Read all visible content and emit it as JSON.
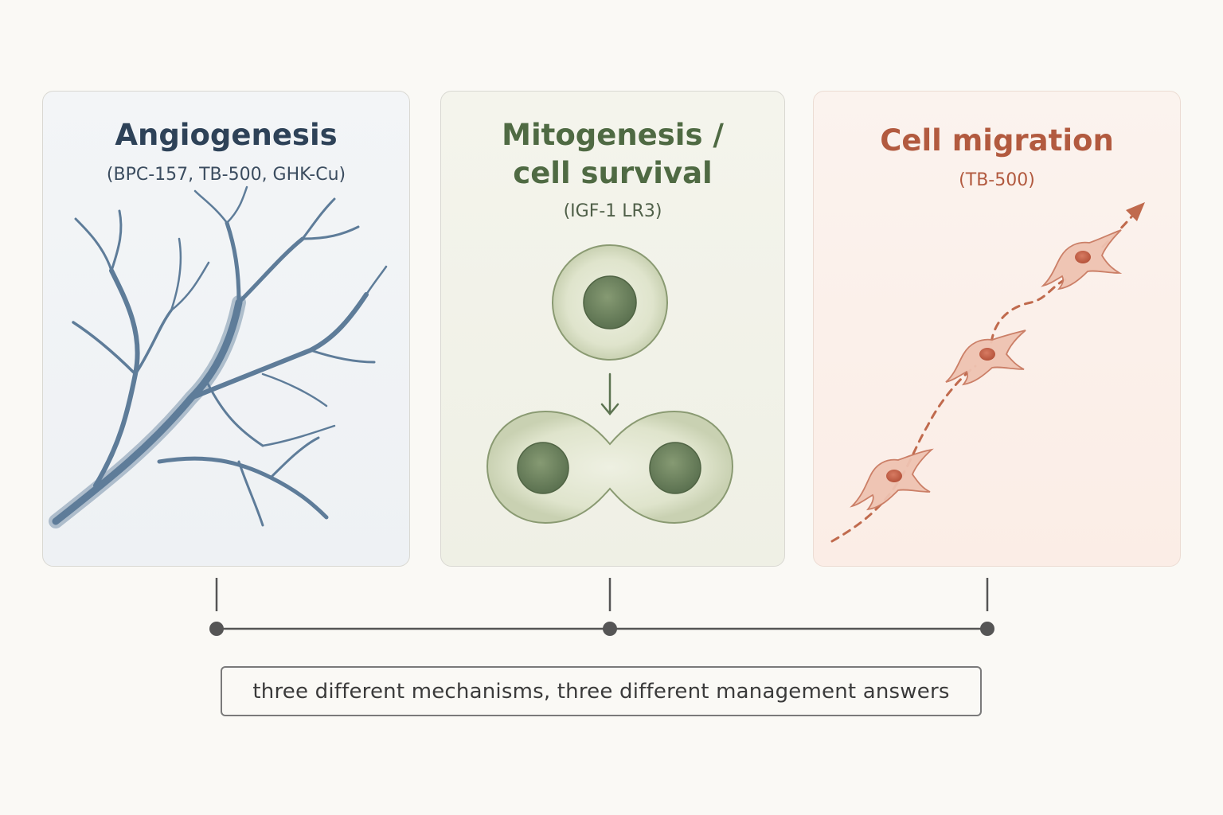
{
  "panels": {
    "angiogenesis": {
      "title": "Angiogenesis",
      "subtitle": "(BPC-157, TB-500, GHK-Cu)",
      "color": "#2e4258"
    },
    "mitogenesis": {
      "title_line1": "Mitogenesis /",
      "title_line2": "cell survival",
      "subtitle": "(IGF-1 LR3)",
      "color": "#4f6a43"
    },
    "migration": {
      "title": "Cell migration",
      "subtitle": "(TB-500)",
      "color": "#b25a3f"
    }
  },
  "icons": [
    "blood-vessel-tree",
    "cell",
    "dividing-cell",
    "migrating-cell",
    "arrow"
  ],
  "caption": "three different mechanisms, three different management answers"
}
